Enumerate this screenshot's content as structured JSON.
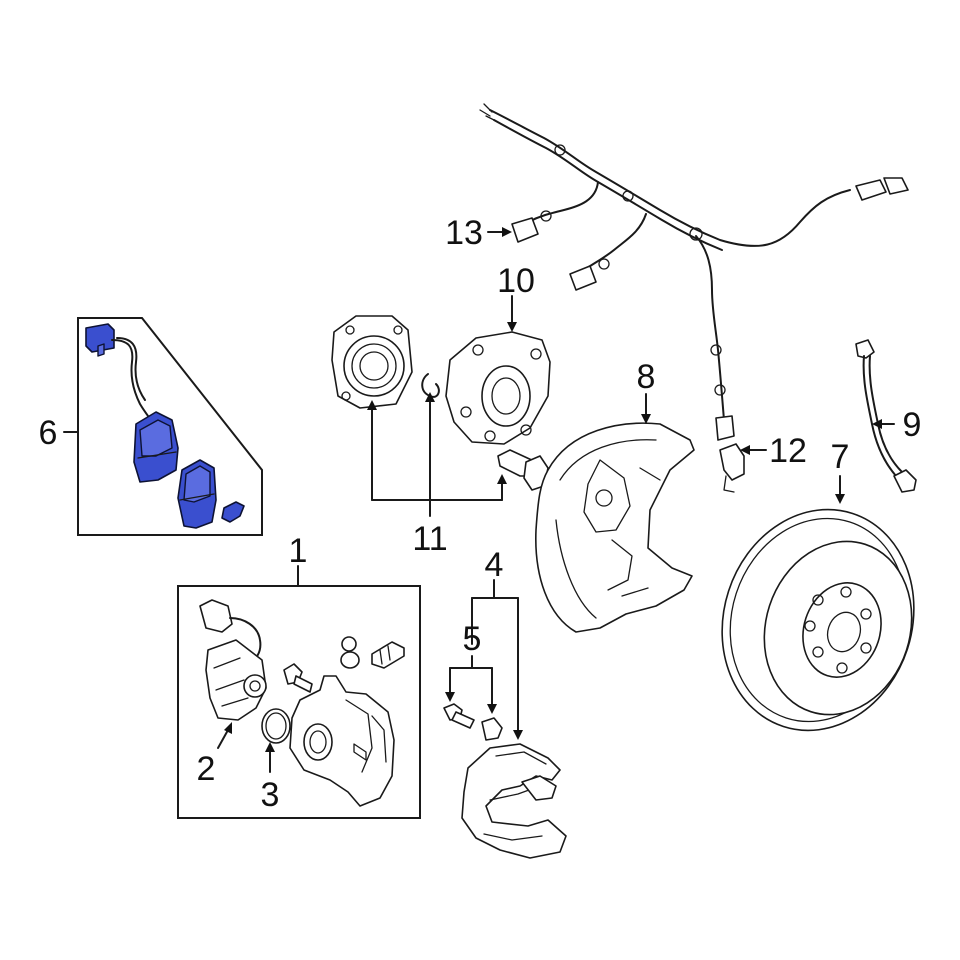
{
  "callouts": {
    "c1": "1",
    "c2": "2",
    "c3": "3",
    "c4": "4",
    "c5": "5",
    "c6": "6",
    "c7": "7",
    "c8": "8",
    "c9": "9",
    "c10": "10",
    "c11": "11",
    "c12": "12",
    "c13": "13"
  },
  "colors": {
    "highlight_part": "#3a4fcf",
    "line": "#1a1a1a",
    "background": "#ffffff"
  }
}
